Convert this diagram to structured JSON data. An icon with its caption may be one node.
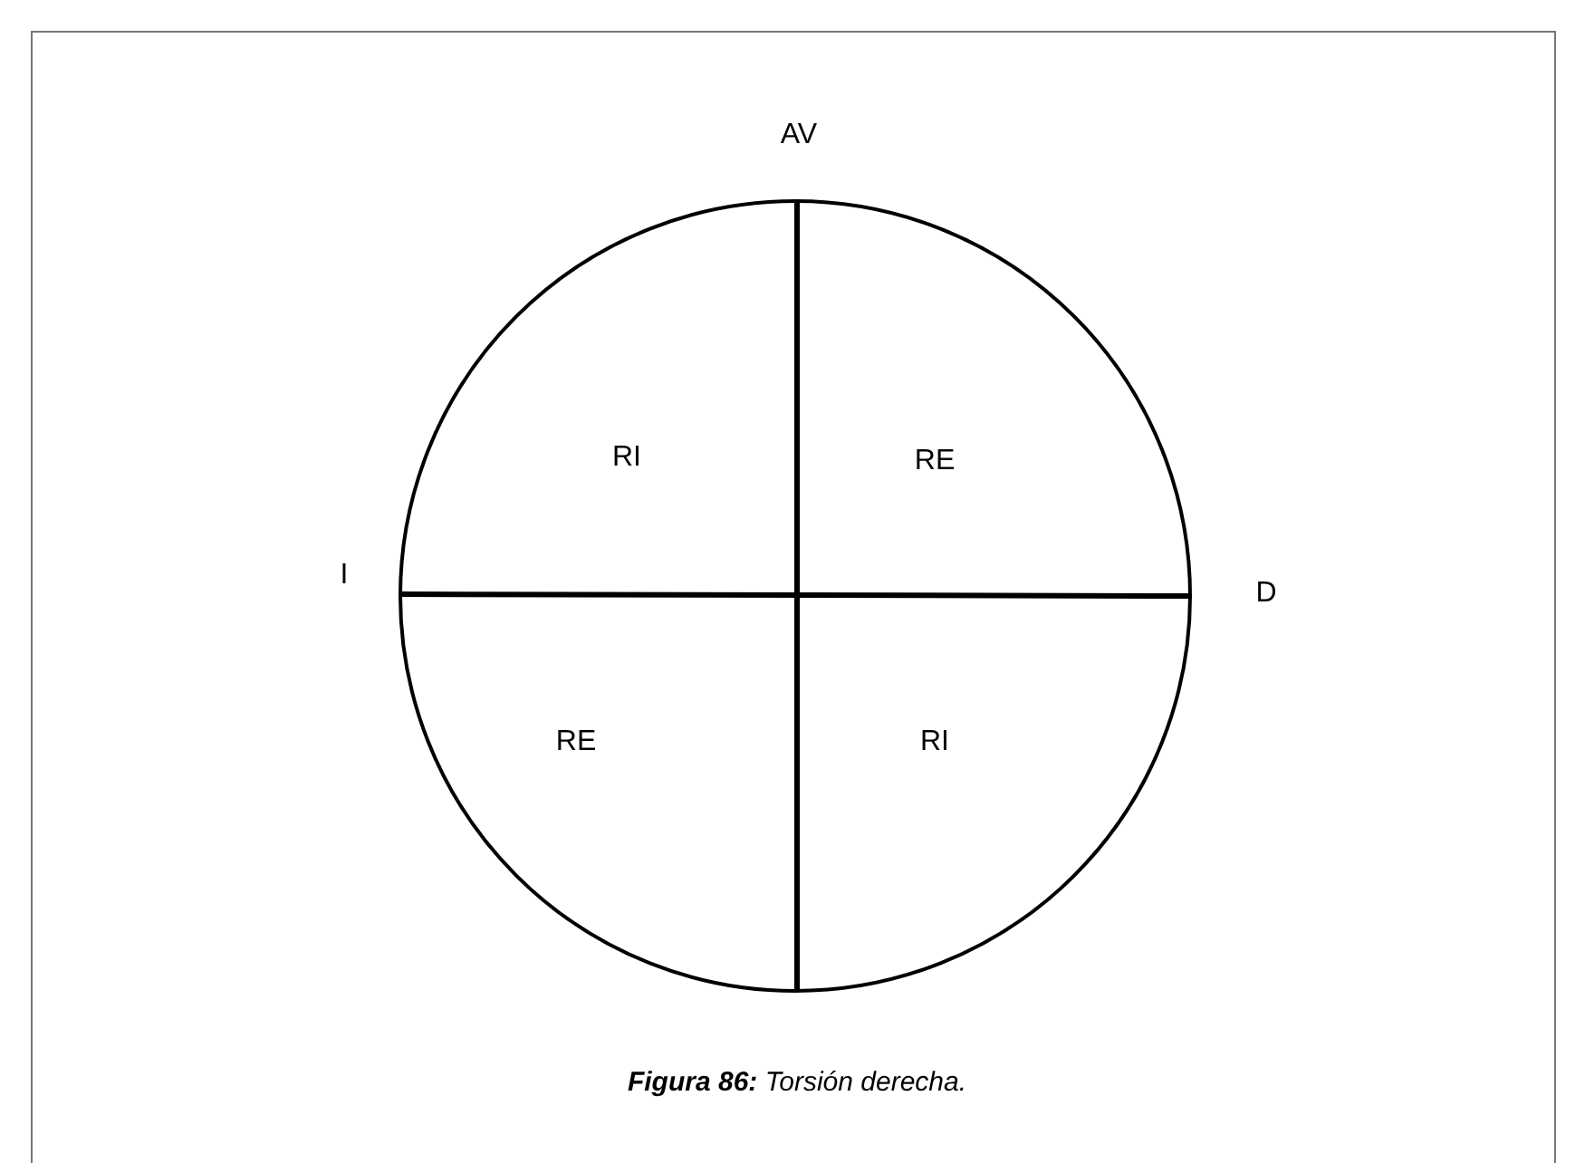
{
  "diagram": {
    "caption": "**Figura 86:** Torsión derecha.",
    "nodes": [
      {
        "text": [],
        "shape": "circle"
      }
    ],
    "labels": [
      "AV",
      "RI",
      "RE",
      "I",
      "D",
      "RE",
      "RI"
    ]
  }
}
